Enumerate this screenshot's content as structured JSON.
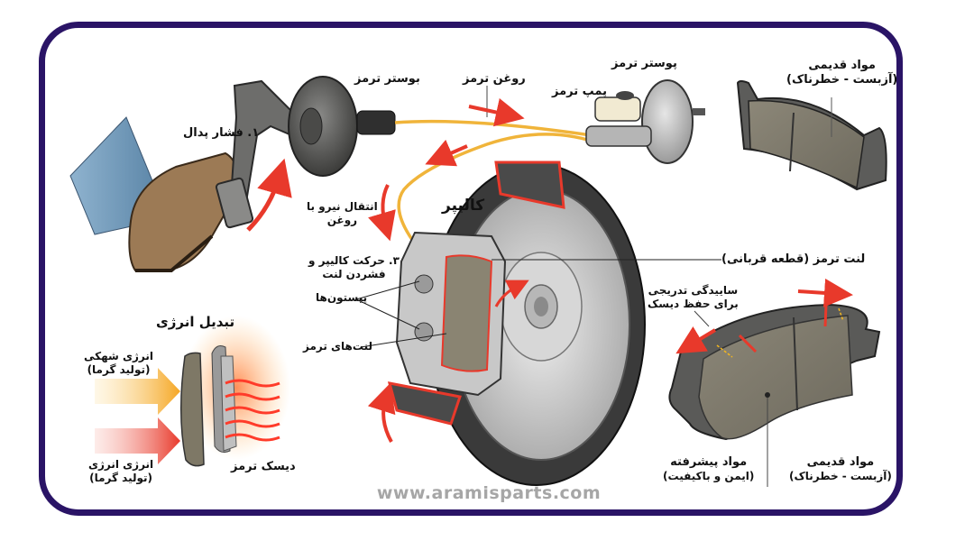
{
  "labels": {
    "pedal_press": "۱. فشار پدال",
    "brake_booster": "بوستر ترمز",
    "brake_fluid": "روغن ترمز",
    "booster_top": "پوستر ترمز",
    "brake_pump": "پمپ ترمز",
    "force_transfer": "انتقال نیرو با",
    "force_transfer_2": "روغن",
    "caliper": "کالیپر",
    "caliper_move": "۳. حرکت کالیپر و",
    "caliper_move_2": "فشردن لنت",
    "pistons": "پیستون‌ها",
    "brake_pads": "لنت‌های ترمز",
    "pad_sacrificial": "لنت ترمز (قطعه قربانی)",
    "energy_conversion": "تبدیل انرژی",
    "kinetic_energy": "انرژی شهکی",
    "kinetic_energy_2": "(تولید گرما)",
    "energy": "انرژی انرژی",
    "energy_2": "(تولید گرما)",
    "brake_disc": "دیسک ترمز",
    "old_material_top": "مواد قدیمی",
    "old_material_top_2": "(آزبست - خطرناک)",
    "gradual_wear": "ساییدگی تدریجی",
    "gradual_wear_2": "برای حفظ دیسک",
    "advanced_material": "مواد پیشرفته",
    "advanced_material_2": "(ایمن و باکیفیت)",
    "old_material_bottom": "مواد قدیمی",
    "old_material_bottom_2": "(آزبست - خطرناک)"
  },
  "watermark": "www.aramisparts.com",
  "colors": {
    "frame": "#2a1466",
    "arrow_red": "#e8392b",
    "fluid_line": "#f0b43a",
    "heat_orange": "#f7a23a"
  }
}
